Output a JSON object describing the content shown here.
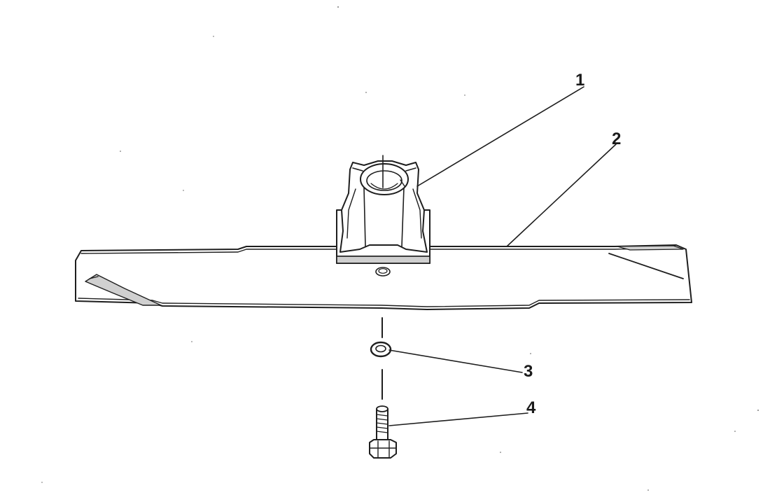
{
  "diagram": {
    "callouts": [
      {
        "id": "1",
        "label": "1",
        "part": "blade-adapter"
      },
      {
        "id": "2",
        "label": "2",
        "part": "mower-blade"
      },
      {
        "id": "3",
        "label": "3",
        "part": "washer"
      },
      {
        "id": "4",
        "label": "4",
        "part": "blade-bolt"
      }
    ],
    "colors": {
      "ink": "#1e1e1e",
      "paper": "#ffffff",
      "shade": "#cfcfcf"
    }
  }
}
